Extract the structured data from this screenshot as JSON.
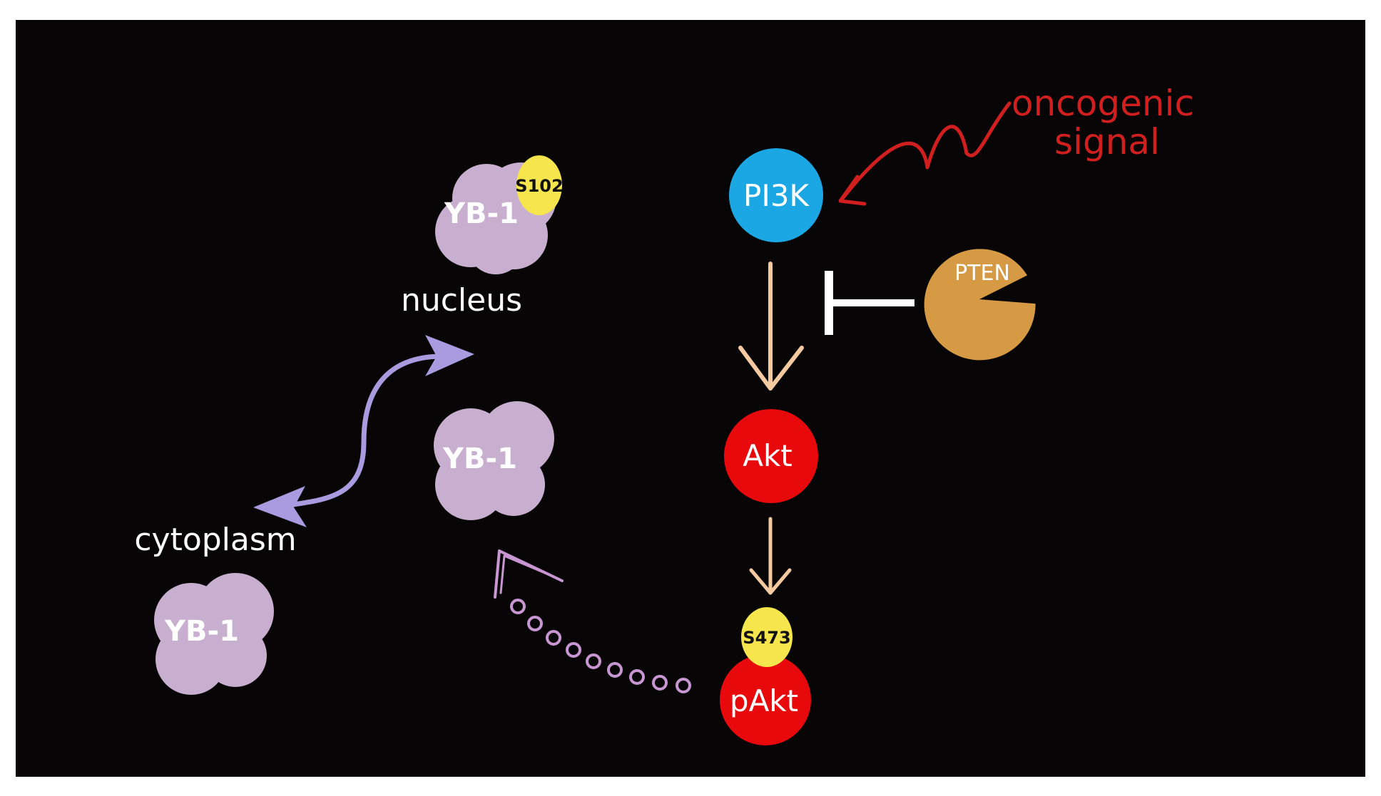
{
  "labels": {
    "nucleus": "nucleus",
    "cytoplasm": "cytoplasm",
    "signal_line1": "oncogenic",
    "signal_line2": "signal"
  },
  "nodes": {
    "pi3k": "PI3K",
    "pten": "PTEN",
    "akt": "Akt",
    "pakt": "pAkt",
    "yb1_nucleus": "YB-1",
    "yb1_middle": "YB-1",
    "yb1_cytoplasm": "YB-1"
  },
  "sites": {
    "s102": "S102",
    "s473": "S473"
  },
  "colors": {
    "background": "#070505",
    "pi3k": "#1aa7e4",
    "akt": "#e8090d",
    "pakt": "#e8090d",
    "pten": "#d69a45",
    "yb1": "#c8afd0",
    "site": "#f6e54c",
    "signal": "#d11f1f",
    "flow_arrow": "#f5caa0",
    "inhibition": "#ffffff",
    "shuttle_arrow": "#a89be0",
    "pakt_trail": "#c896d2"
  }
}
